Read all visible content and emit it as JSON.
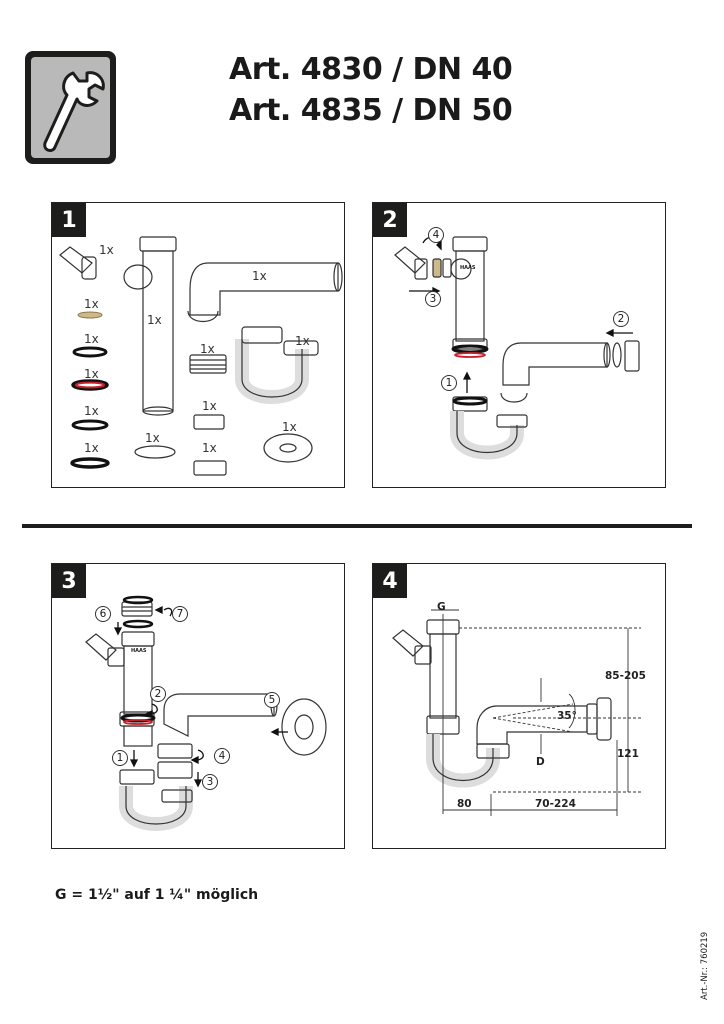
{
  "header": {
    "icon": "wrench-icon",
    "title_line1": "Art. 4830 / DN 40",
    "title_line2": "Art. 4835 / DN 50"
  },
  "panels": [
    {
      "number": "1",
      "labels": [
        "1x",
        "1x",
        "1x",
        "1x",
        "1x",
        "1x",
        "1x",
        "1x",
        "1x",
        "1x",
        "1x",
        "1x",
        "1x",
        "1x",
        "1x"
      ]
    },
    {
      "number": "2",
      "steps": [
        "4",
        "3",
        "2",
        "1"
      ]
    },
    {
      "number": "3",
      "steps": [
        "6",
        "7",
        "2",
        "5",
        "1",
        "4",
        "3"
      ]
    },
    {
      "number": "4",
      "dimensions": {
        "g": "G",
        "height": "85-205",
        "angle": "35°",
        "d": "D",
        "h121": "121",
        "w80": "80",
        "w70": "70-224"
      }
    }
  ],
  "brand_mark": "HAAS",
  "footnote": "G = 1½\" auf 1 ¼\" möglich",
  "article_number": "Art.-Nr.: 760219",
  "colors": {
    "frame": "#1d1d1b",
    "icon_bg": "#b9b9b9",
    "seal_red": "#c8202a",
    "seal_tan": "#cdb98a"
  }
}
